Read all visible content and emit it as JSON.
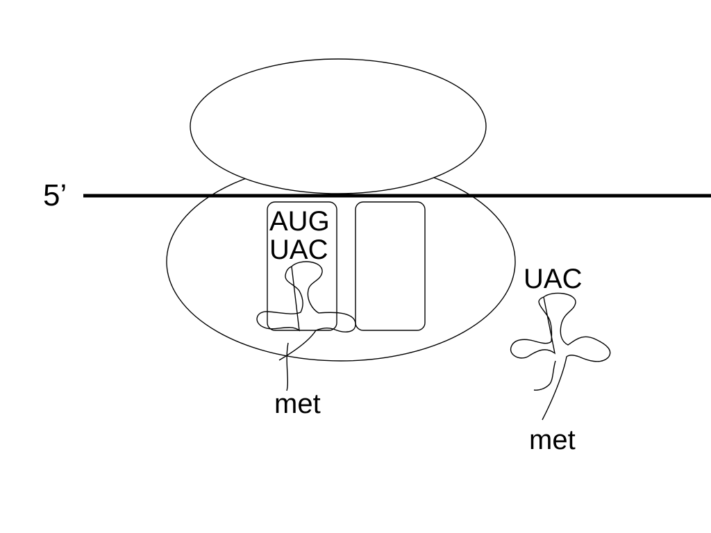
{
  "diagram": {
    "five_prime_label": "5’",
    "codon_mrna": "AUG",
    "anticodon_bound": "UAC",
    "amino_acid_bound": "met",
    "anticodon_free": "UAC",
    "amino_acid_free": "met"
  }
}
